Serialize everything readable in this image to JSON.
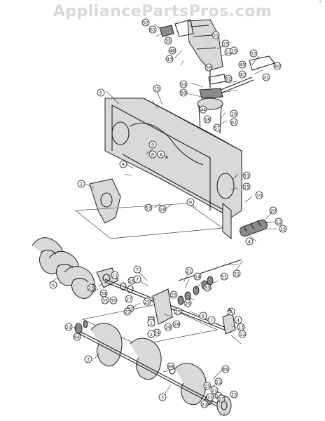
{
  "watermark": "AppliancePartsPros.com",
  "corner_mark": "'",
  "callouts": [
    "52",
    "61",
    "55",
    "35",
    "46",
    "12",
    "15",
    "10",
    "53",
    "60",
    "49",
    "41",
    "43",
    "41",
    "54",
    "59",
    "56",
    "62",
    "5",
    "15",
    "44",
    "16",
    "18",
    "57",
    "62",
    "9",
    "8",
    "9",
    "51",
    "2",
    "15",
    "10",
    "53",
    "18",
    "20",
    "9",
    "12",
    "15",
    "4",
    "7",
    "31",
    "11",
    "6",
    "33",
    "16",
    "34",
    "21",
    "30",
    "25",
    "25",
    "27",
    "28",
    "36",
    "14",
    "33",
    "3",
    "35",
    "1",
    "12",
    "9",
    "7",
    "4",
    "13",
    "27",
    "21",
    "28",
    "64",
    "3",
    "66",
    "11",
    "15",
    "13",
    "22",
    "27",
    "23",
    "68",
    "15",
    "14",
    "25",
    "17",
    "21",
    "7",
    "24",
    "51",
    "1",
    "A",
    "A"
  ],
  "labels": {
    "A_top": "A",
    "A_mid": "A"
  }
}
